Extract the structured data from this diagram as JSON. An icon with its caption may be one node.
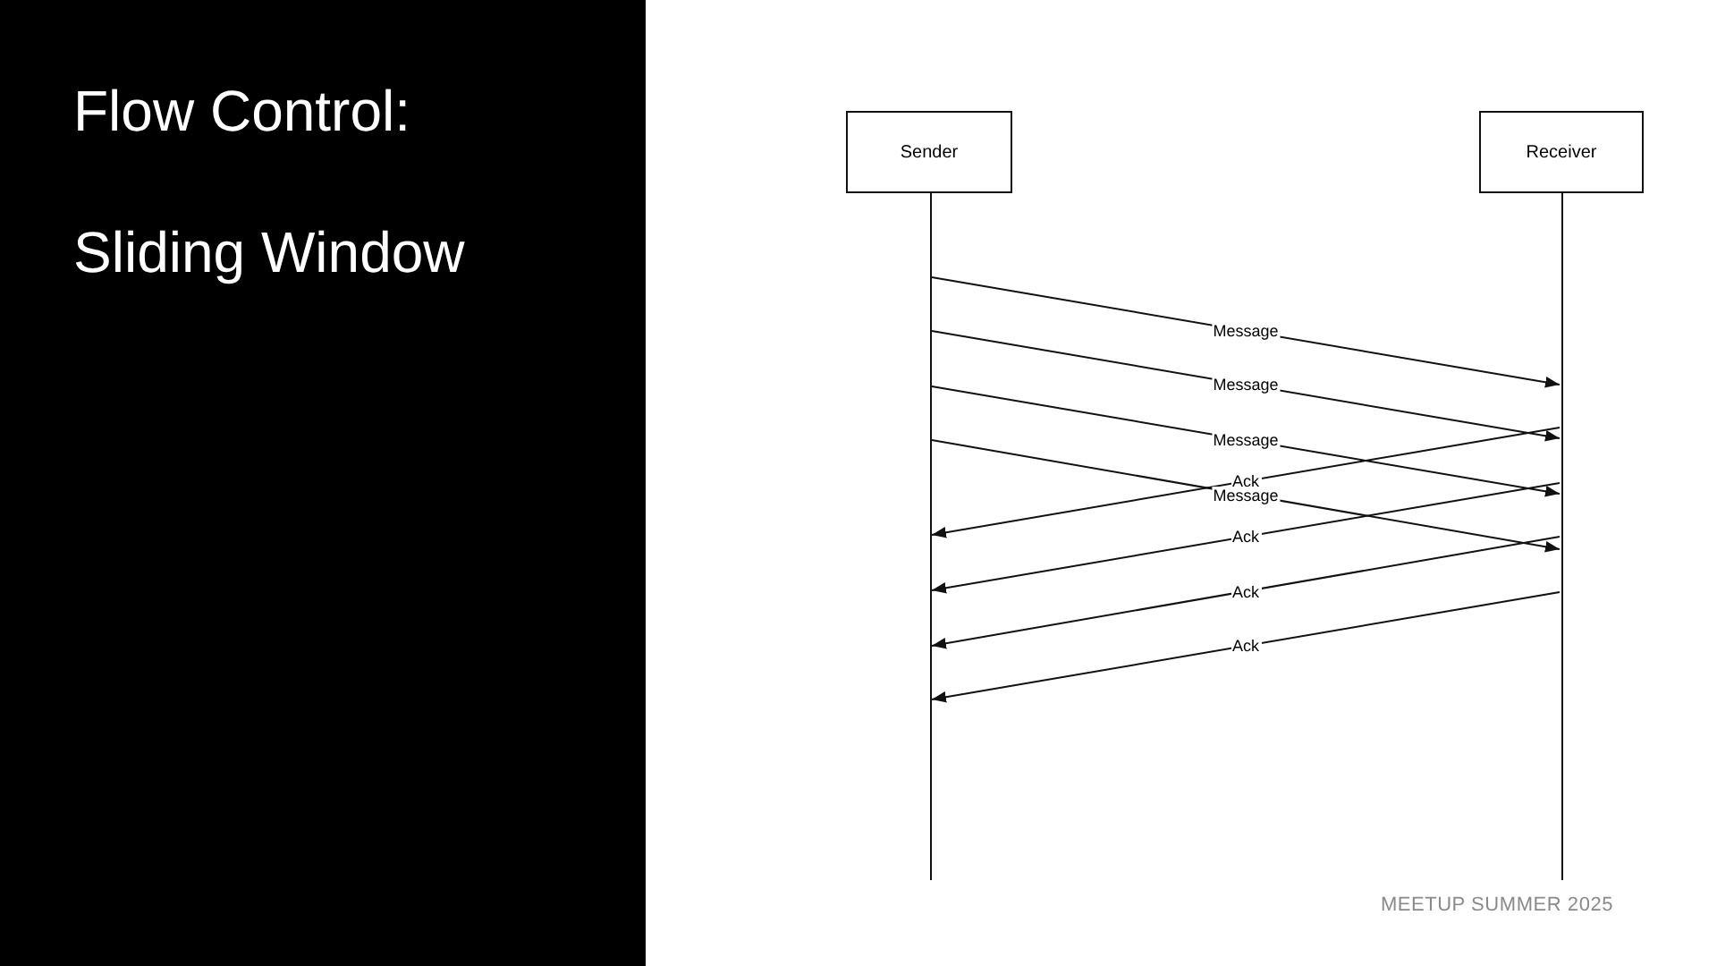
{
  "diagram": {
    "title": "Flow Control:",
    "nodes": [
      {
        "text": [
          "Sender"
        ]
      },
      {
        "text": [
          "Receiver"
        ]
      },
      {
        "text": [],
        "shape": "bar"
      },
      {
        "text": [],
        "shape": "bar"
      }
    ],
    "edges": [
      {
        "from": 2,
        "to": 3,
        "arrow": "to",
        "label": "Message"
      },
      {
        "from": 2,
        "to": 3,
        "arrow": "to",
        "label": "Message"
      },
      {
        "from": 2,
        "to": 3,
        "arrow": "to",
        "label": "Message"
      },
      {
        "from": 3,
        "to": 2,
        "arrow": "to",
        "label": "Ack"
      },
      {
        "from": 2,
        "to": 3,
        "arrow": "to",
        "label": "Message"
      },
      {
        "from": 3,
        "to": 2,
        "arrow": "to",
        "label": "Ack"
      },
      {
        "from": 3,
        "to": 2,
        "arrow": "to",
        "label": "Ack"
      },
      {
        "from": 3,
        "to": 2,
        "arrow": "to",
        "label": "Ack"
      }
    ],
    "labels": [
      "Sliding Window",
      "MEETUP SUMMER 2025"
    ]
  }
}
